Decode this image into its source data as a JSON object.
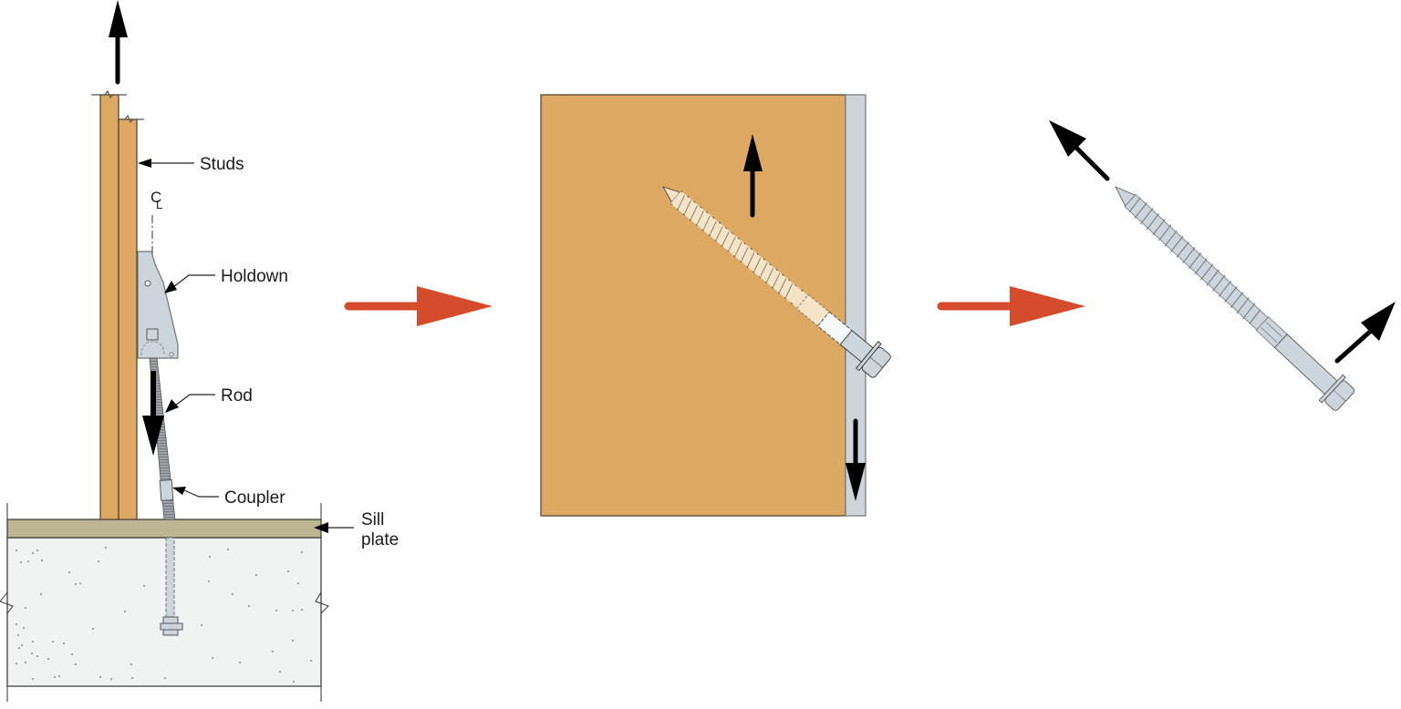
{
  "diagram": {
    "type": "process-sequence",
    "panels": [
      {
        "id": "holdown-assembly",
        "labels": {
          "studs": "Studs",
          "centerline": "CL",
          "holdown": "Holdown",
          "rod": "Rod",
          "coupler": "Coupler",
          "sill_plate_line1": "Sill",
          "sill_plate_line2": "plate"
        },
        "forces": [
          "uplift-up-arrow",
          "rod-tension-down-arrow"
        ]
      },
      {
        "id": "screw-in-wood-with-steel-plate",
        "forces": [
          "wood-up-arrow",
          "plate-down-arrow"
        ]
      },
      {
        "id": "isolated-screw",
        "forces": [
          "tip-withdrawal-arrow",
          "head-pull-arrow"
        ]
      }
    ],
    "transition_arrows": 2
  },
  "colors": {
    "wood": "#dda962",
    "wood_dark_edge": "#5a4a36",
    "steel": "#ccd4dc",
    "steel_edge": "#6d747a",
    "sill_plate": "#bdb591",
    "concrete": "#f1f2f2",
    "transition_arrow": "#d44c2c",
    "force_arrow": "#000000",
    "screw_in_wood": "#f5e3c6",
    "screw_exposed": "#f6f8fa"
  }
}
